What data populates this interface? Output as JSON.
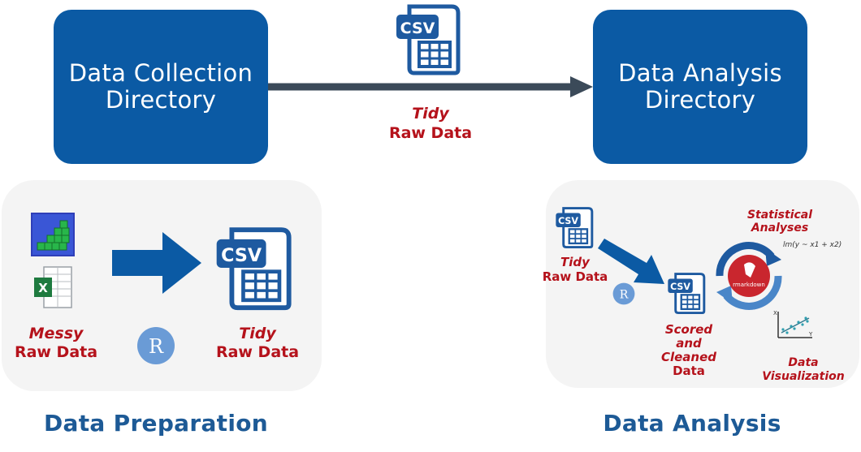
{
  "boxes": {
    "collection": {
      "line1": "Data Collection",
      "line2": "Directory"
    },
    "analysis": {
      "line1": "Data Analysis",
      "line2": "Directory"
    }
  },
  "top_transfer": {
    "italic": "Tidy",
    "text": "Raw Data"
  },
  "csv_label": "CSV",
  "prep": {
    "messy_italic": "Messy",
    "messy_text": "Raw Data",
    "tidy_italic": "Tidy",
    "tidy_text": "Raw Data",
    "r_label": "R",
    "excel_label": "X"
  },
  "analysis": {
    "tidy_italic": "Tidy",
    "tidy_text": "Raw Data",
    "r_label": "R",
    "stat_line1": "Statistical",
    "stat_line2": "Analyses",
    "formula": "lm(y ~ x1 + x2)",
    "scored_line1": "Scored",
    "scored_line2": "and",
    "scored_line3": "Cleaned",
    "scored_line4": "Data",
    "viz_line1": "Data",
    "viz_line2": "Visualization",
    "markdown_label": "rmarkdown",
    "axis_x": "Y",
    "axis_y": "X"
  },
  "footers": {
    "left": "Data Preparation",
    "right": "Data Analysis"
  },
  "colors": {
    "box_blue": "#0b5aa4",
    "label_red": "#b5121b",
    "footer_blue": "#1d5a96",
    "arrow_gray": "#3b4a59",
    "panel": "#f4f4f4"
  }
}
